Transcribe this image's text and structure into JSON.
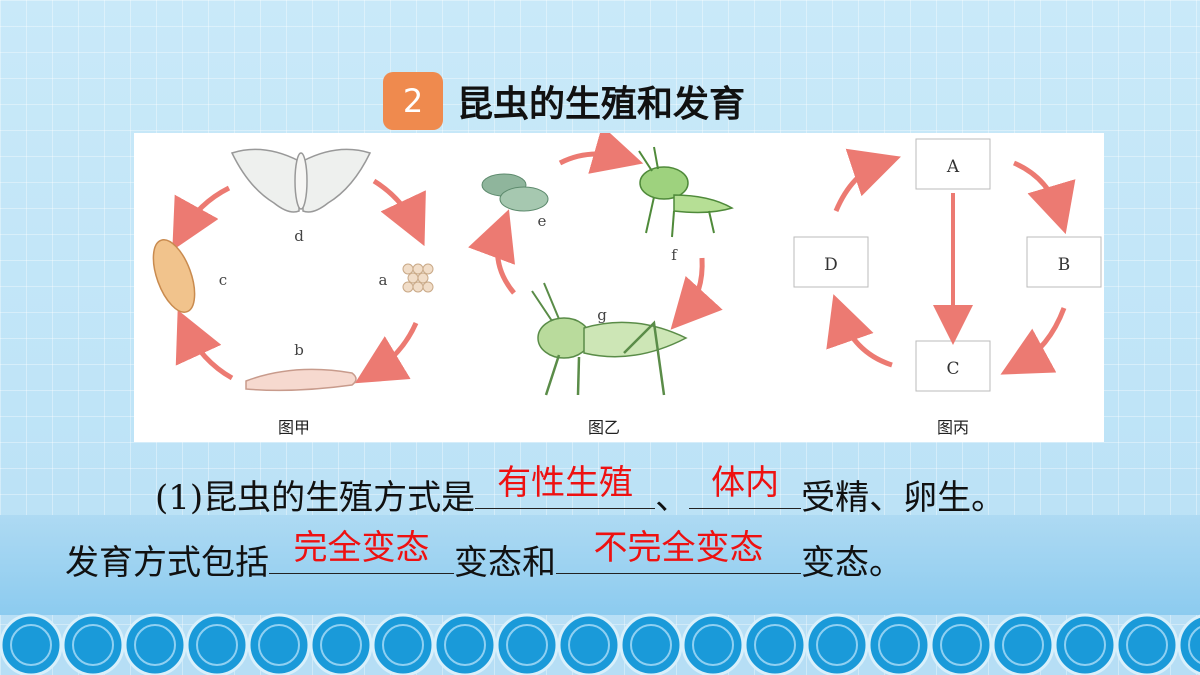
{
  "title": {
    "number": "2",
    "text": "昆虫的生殖和发育"
  },
  "figures": {
    "jia": {
      "caption": "图甲",
      "labels": {
        "d": "d",
        "a": "a",
        "b": "b",
        "c": "c"
      }
    },
    "yi": {
      "caption": "图乙",
      "labels": {
        "e": "e",
        "f": "f",
        "g": "g"
      }
    },
    "bing": {
      "caption": "图丙",
      "boxes": {
        "A": "A",
        "B": "B",
        "C": "C",
        "D": "D"
      }
    }
  },
  "question": {
    "line1_prefix": "(1)昆虫的生殖方式是",
    "sep1": "、",
    "line1_suffix": "受精、卵生。",
    "line2_prefix": "发育方式包括",
    "line2_mid": "变态和",
    "line2_suffix": "变态。",
    "answers": {
      "a1": "有性生殖",
      "a2": "体内",
      "a3": "完全变态",
      "a4": "不完全变态"
    }
  },
  "colors": {
    "badge": "#ef8a4e",
    "answer": "#e11111",
    "arrow": "#ec7a72"
  }
}
